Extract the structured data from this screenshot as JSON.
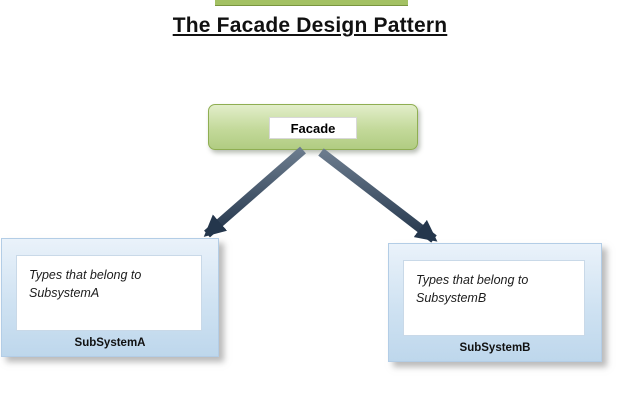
{
  "title": "The Facade Design Pattern",
  "facade_box": {
    "label": "Facade"
  },
  "subsystems": {
    "a": {
      "body_text": "Types that belong to SubsystemA",
      "label": "SubSystemA"
    },
    "b": {
      "body_text": "Types that belong to SubsystemB",
      "label": "SubSystemB"
    }
  },
  "icons": {
    "arrow_left": "arrow-facade-to-subsystem-a",
    "arrow_right": "arrow-facade-to-subsystem-b"
  },
  "colors": {
    "facade_fill": "#c3d99a",
    "facade_border": "#8fae52",
    "top_bar_green": "#a3c163",
    "subsystem_fill": "#cfe2f2",
    "subsystem_border": "#b3cde6",
    "arrow_dark": "#24364c",
    "arrow_light": "#6b7b8d",
    "title_color": "#111111"
  }
}
